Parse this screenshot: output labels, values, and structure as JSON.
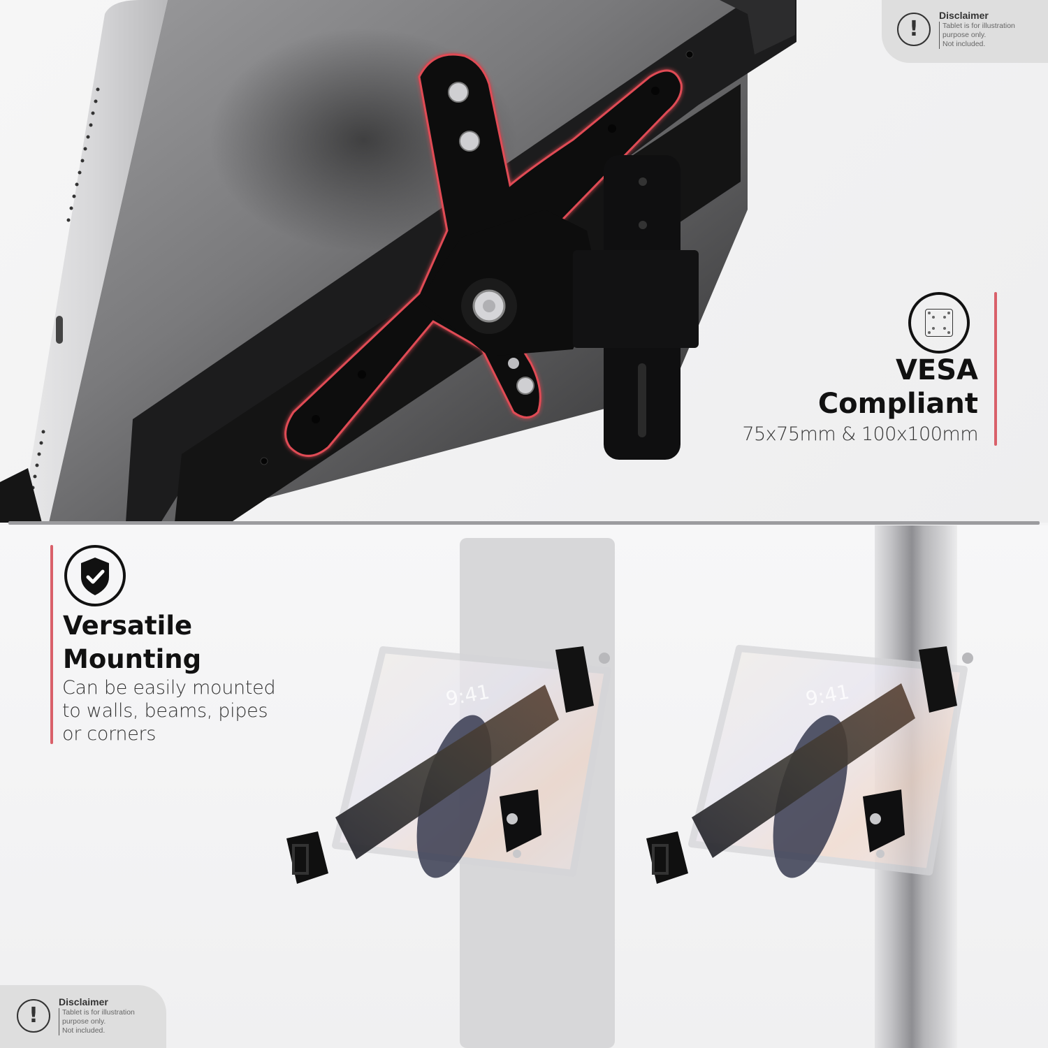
{
  "top_panel": {
    "disclaimer": {
      "icon": "exclamation-circle-icon",
      "title": "Disclaimer",
      "lines": [
        "Tablet is for illustration",
        "purpose only.",
        "Not included."
      ]
    },
    "feature": {
      "icon": "vesa-plate-icon",
      "title_line1": "VESA",
      "title_line2": "Compliant",
      "subtitle": "75x75mm & 100x100mm"
    },
    "image": {
      "description": "Close-up of black tablet enclosure back with X-shaped VESA bracket outlined in red and swivel wall plate",
      "highlight_color": "#d9474f"
    }
  },
  "bottom_panel": {
    "feature": {
      "icon": "shield-check-icon",
      "title_line1": "Versatile",
      "title_line2": "Mounting",
      "body_lines": [
        "Can be easily mounted",
        "to walls, beams, pipes",
        "or corners"
      ]
    },
    "scenes": [
      {
        "surface": "flat wall beam",
        "tablet_clock": "9:41"
      },
      {
        "surface": "round steel pipe",
        "tablet_clock": "9:41"
      }
    ],
    "disclaimer": {
      "icon": "exclamation-circle-icon",
      "title": "Disclaimer",
      "lines": [
        "Tablet is for illustration",
        "purpose only.",
        "Not included."
      ]
    }
  },
  "colors": {
    "accent": "#d9606a",
    "text_dark": "#111111",
    "text_light": "#333333",
    "badge_bg": "#dedede",
    "divider": "#9b9b9e"
  }
}
